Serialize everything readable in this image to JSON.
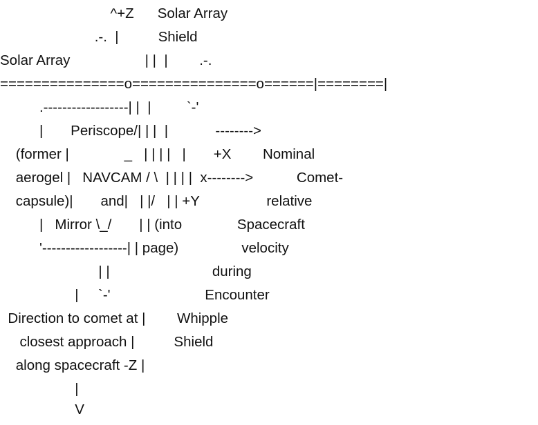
{
  "diagram": {
    "lines": [
      "                            ^+Z      Solar Array",
      "                        .-.  |          Shield",
      "Solar Array                   | |  |        .-.",
      "===============o===============o======|========|",
      "          .------------------| |  |         `-'",
      "          |       Periscope/| | |  |            -------->",
      "    (former |              _   | | | |   |       +X        Nominal",
      "    aerogel |   NAVCAM / \\  | | | |  x-------->           Comet-",
      "    capsule)|       and|   | |/   | | +Y                 relative",
      "          |   Mirror \\_/       | | (into              Spacecraft",
      "          '------------------| | page)                velocity",
      "                         | |                          during",
      "                   |     `-'                        Encounter",
      "  Direction to comet at |        Whipple",
      "     closest approach |          Shield",
      "    along spacecraft -Z |",
      "                   |",
      "                   V"
    ]
  }
}
